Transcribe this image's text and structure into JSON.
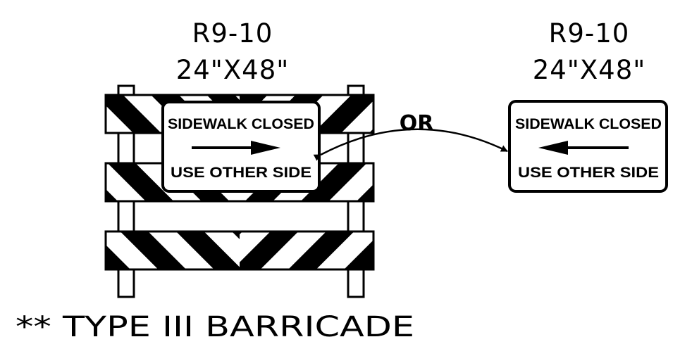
{
  "left_label": {
    "sign_code": "R9-10",
    "size": "24\"X48\""
  },
  "right_label": {
    "sign_code": "R9-10",
    "size": "24\"X48\""
  },
  "left_sign": {
    "line1": "SIDEWALK CLOSED",
    "line2": "USE OTHER SIDE",
    "arrow": "arrow-right-icon"
  },
  "right_sign": {
    "line1": "SIDEWALK CLOSED",
    "line2": "USE OTHER SIDE",
    "arrow": "arrow-left-icon"
  },
  "connector_label": "OR",
  "caption": "** TYPE III BARRICADE",
  "colors": {
    "ink": "#000000",
    "paper": "#ffffff"
  }
}
